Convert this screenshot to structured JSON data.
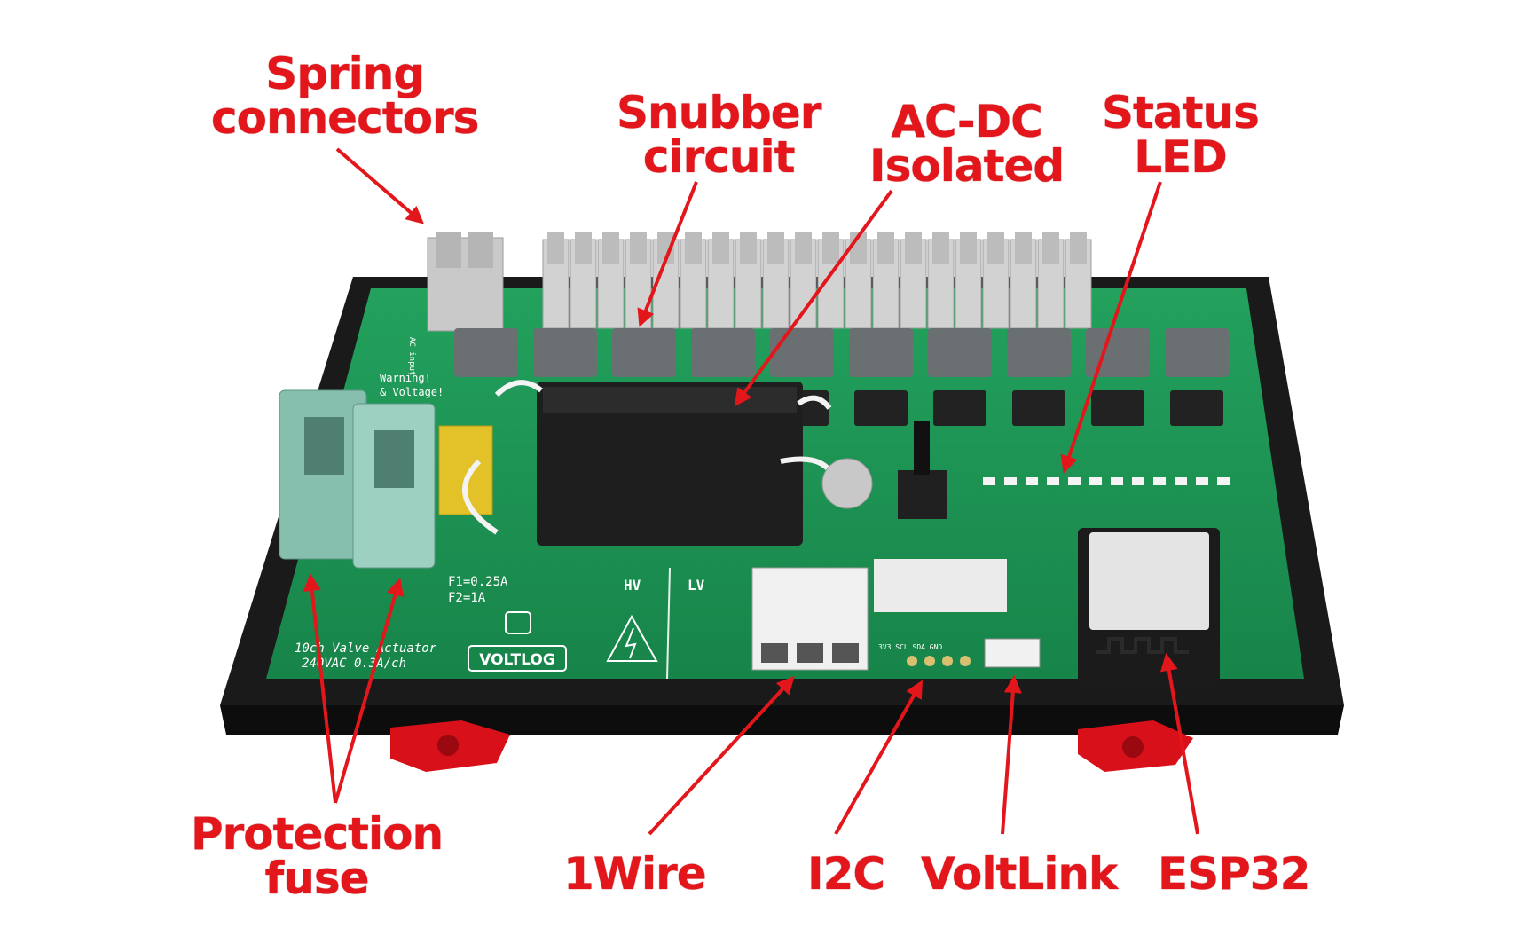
{
  "photo": {
    "colors": {
      "label": "#e3161b",
      "pcb": "#1f9a57",
      "enclosure": "#161616",
      "terminal": "#c9c9c9",
      "fuse_holder": "#86bfae",
      "mount_clip": "#d8101a"
    },
    "silkscreen": {
      "warning_line1": "Warning!",
      "warning_line2": "& Voltage!",
      "fuse1": "F1=0.25A",
      "fuse2": "F2=1A",
      "board_line1": "10ch Valve Actuator",
      "board_line2": "240VAC 0.3A/ch",
      "logo": "VOLTLOG",
      "hv": "HV",
      "lv": "LV",
      "i2c_pins": "3V3  SCL  SDA  GND",
      "ac_input": "AC input"
    }
  },
  "labels": {
    "spring_connectors": {
      "line1": "Spring",
      "line2": "connectors"
    },
    "snubber_circuit": {
      "line1": "Snubber",
      "line2": "circuit"
    },
    "ac_dc_isolated": {
      "line1": "AC-DC",
      "line2": "Isolated"
    },
    "status_led": {
      "line1": "Status",
      "line2": "LED"
    },
    "protection_fuse": {
      "line1": "Protection",
      "line2": "fuse"
    },
    "one_wire": {
      "line1": "1Wire"
    },
    "i2c": {
      "line1": "I2C"
    },
    "voltlink": {
      "line1": "VoltLink"
    },
    "esp32": {
      "line1": "ESP32"
    }
  }
}
